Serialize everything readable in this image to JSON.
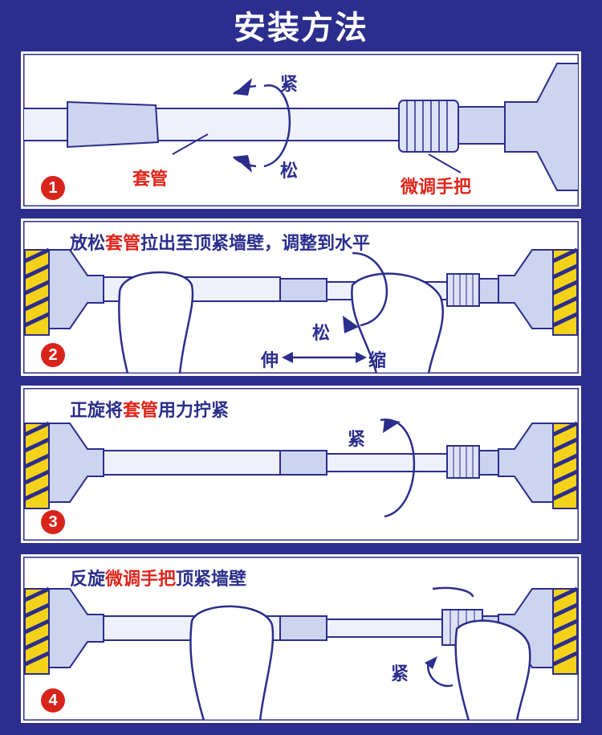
{
  "title": "安装方法",
  "colors": {
    "frame": "#2b2e8c",
    "pipe": "#d6dcf2",
    "accent": "#e0251b",
    "wallStripe": "#f5d21a"
  },
  "panel1": {
    "step": "1",
    "tighten": "紧",
    "loosen": "松",
    "sleeve": "套管",
    "handle": "微调手把"
  },
  "panel2": {
    "step": "2",
    "caption_pre": "放松",
    "caption_red": "套管",
    "caption_post": "拉出至顶紧墙壁，调整到水平",
    "loosen": "松",
    "extend": "伸",
    "retract": "缩"
  },
  "panel3": {
    "step": "3",
    "caption_pre": "正旋将",
    "caption_red": "套管",
    "caption_post": "用力拧紧",
    "tighten": "紧"
  },
  "panel4": {
    "step": "4",
    "caption_pre": "反旋",
    "caption_red": "微调手把",
    "caption_post": "顶紧墙壁",
    "tighten": "紧"
  }
}
